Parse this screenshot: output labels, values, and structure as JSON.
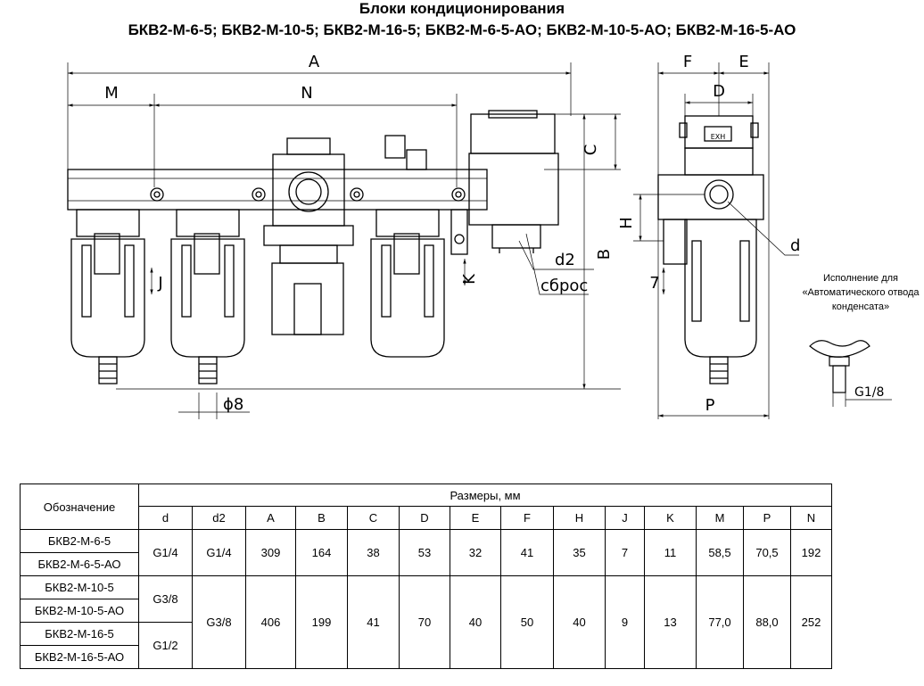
{
  "title": {
    "line1": "Блоки кондиционирования",
    "line2": "БКВ2-М-6-5; БКВ2-М-10-5; БКВ2-М-16-5; БКВ2-М-6-5-АО; БКВ2-М-10-5-АО; БКВ2-М-16-5-АО"
  },
  "drawing_labels": {
    "A": "A",
    "M": "M",
    "N": "N",
    "C": "C",
    "B": "B",
    "J": "J",
    "K": "K",
    "d2": "d2",
    "sbros": "сброс",
    "phi8": "ϕ8",
    "F": "F",
    "E": "E",
    "D": "D",
    "H": "H",
    "d": "d",
    "seven": "7",
    "P": "P",
    "exh": "EXH",
    "g18": "G1/8"
  },
  "note": {
    "line1": "Исполнение для",
    "line2": "«Автоматического отвода",
    "line3": "конденсата»"
  },
  "table": {
    "designation_header": "Обозначение",
    "group_header": "Размеры, мм",
    "columns": [
      "d",
      "d2",
      "A",
      "B",
      "C",
      "D",
      "E",
      "F",
      "H",
      "J",
      "K",
      "M",
      "P",
      "N"
    ],
    "models": [
      "БКВ2-М-6-5",
      "БКВ2-М-6-5-АО",
      "БКВ2-М-10-5",
      "БКВ2-М-10-5-АО",
      "БКВ2-М-16-5",
      "БКВ2-М-16-5-АО"
    ],
    "d_values": [
      "G1/4",
      "G3/8",
      "G1/2"
    ],
    "row6": [
      "G1/4",
      "309",
      "164",
      "38",
      "53",
      "32",
      "41",
      "35",
      "7",
      "11",
      "58,5",
      "70,5",
      "192"
    ],
    "row10_16": [
      "G3/8",
      "406",
      "199",
      "41",
      "70",
      "40",
      "50",
      "40",
      "9",
      "13",
      "77,0",
      "88,0",
      "252"
    ]
  }
}
